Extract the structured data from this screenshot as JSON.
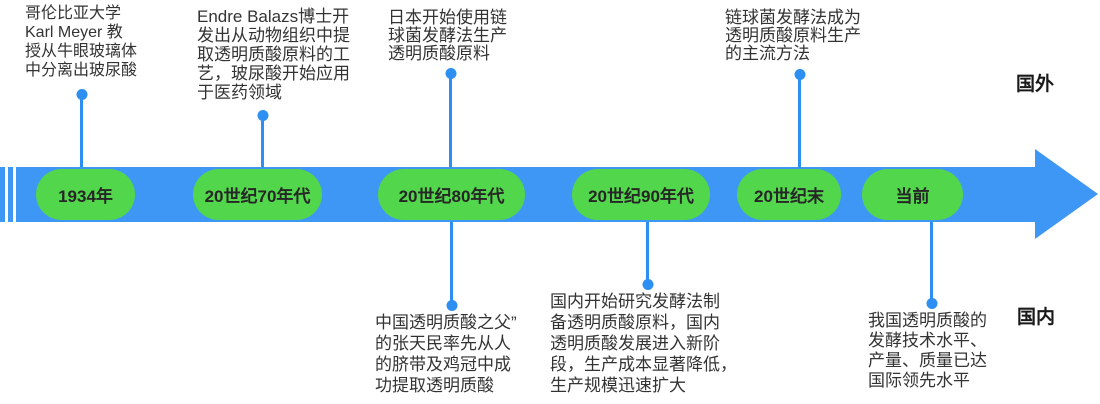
{
  "colors": {
    "arrow_blue": "#3E97F5",
    "connector_blue": "#2E8FF2",
    "pill_green": "#52D64B",
    "text_dark": "#333333"
  },
  "groups": {
    "abroad_label": "国外",
    "domestic_label": "国内"
  },
  "timeline": {
    "periods": [
      {
        "label": "1934年"
      },
      {
        "label": "20世纪70年代"
      },
      {
        "label": "20世纪80年代"
      },
      {
        "label": "20世纪90年代"
      },
      {
        "label": "20世纪末"
      },
      {
        "label": "当前"
      }
    ]
  },
  "events": {
    "top": [
      {
        "text": "哥伦比亚大学\nKarl Meyer 教\n授从牛眼玻璃体\n中分离出玻尿酸"
      },
      {
        "text": "Endre Balazs博士开\n发出从动物组织中提\n取透明质酸原料的工\n艺，玻尿酸开始应用\n于医药领域"
      },
      {
        "text": "日本开始使用链\n球菌发酵法生产\n透明质酸原料"
      },
      {
        "text": "链球菌发酵法成为\n透明质酸原料生产\n的主流方法"
      }
    ],
    "bottom": [
      {
        "text": "中国透明质酸之父”\n的张天民率先从人\n的脐带及鸡冠中成\n功提取透明质酸"
      },
      {
        "text": "国内开始研究发酵法制\n备透明质酸原料，国内\n透明质酸发展进入新阶\n段，生产成本显著降低，\n生产规模迅速扩大"
      },
      {
        "text": "我国透明质酸的\n发酵技术水平、\n产量、质量已达\n国际领先水平"
      }
    ]
  }
}
